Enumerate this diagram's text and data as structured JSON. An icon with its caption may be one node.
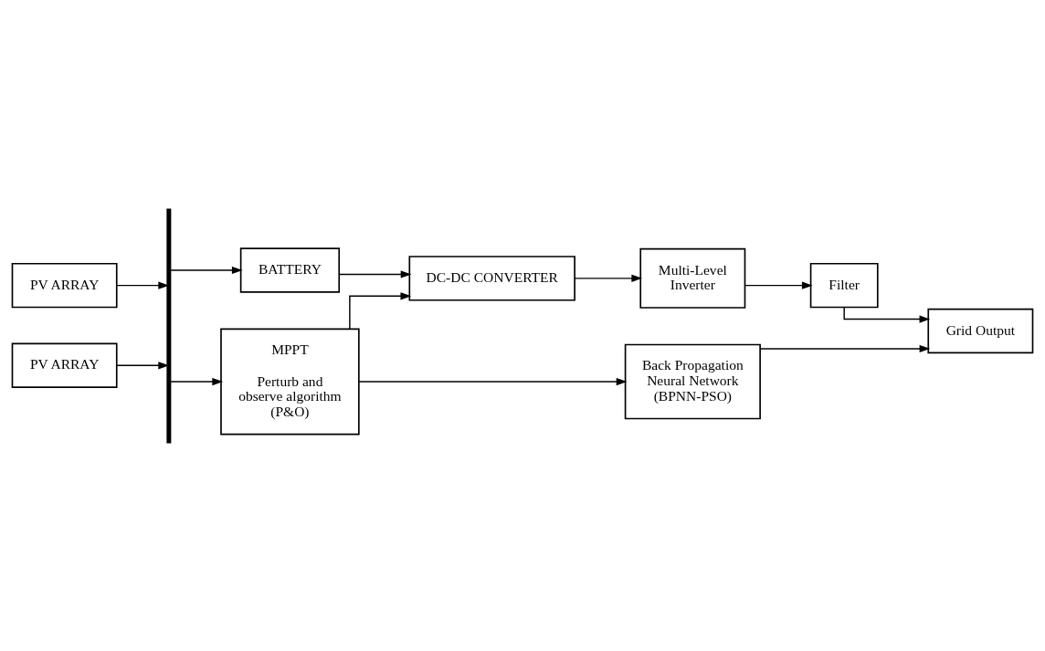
{
  "diagram": {
    "nodes": [
      {
        "text": [
          "PV ARRAY"
        ]
      },
      {
        "text": [
          "PV ARRAY"
        ]
      },
      {
        "text": [],
        "shape": "bar"
      },
      {
        "text": [
          "BATTERY"
        ]
      },
      {
        "text": [
          "DC-DC CONVERTER"
        ]
      },
      {
        "text": [
          "Multi-Level Inverter"
        ]
      },
      {
        "text": [
          "Filter"
        ]
      },
      {
        "text": [
          "MPPT",
          "Perturb and observe algorithm (P&O)"
        ]
      },
      {
        "text": [
          "Back Propagation Neural Network (BPNN-PSO)"
        ]
      },
      {
        "text": [
          "Grid Output"
        ]
      }
    ],
    "edges": [
      {
        "from": 0,
        "to": 2,
        "arrow": "to"
      },
      {
        "from": 1,
        "to": 2,
        "arrow": "to"
      },
      {
        "from": 2,
        "to": 3,
        "arrow": "to"
      },
      {
        "from": 2,
        "to": 7,
        "arrow": "to"
      },
      {
        "from": 3,
        "to": 4,
        "arrow": "to"
      },
      {
        "from": 7,
        "to": 4,
        "arrow": "to"
      },
      {
        "from": 4,
        "to": 5,
        "arrow": "to"
      },
      {
        "from": 5,
        "to": 6,
        "arrow": "to"
      },
      {
        "from": 7,
        "to": 8,
        "arrow": "to"
      },
      {
        "from": 6,
        "to": 9,
        "arrow": "to"
      },
      {
        "from": 8,
        "to": 9,
        "arrow": "to"
      }
    ]
  }
}
